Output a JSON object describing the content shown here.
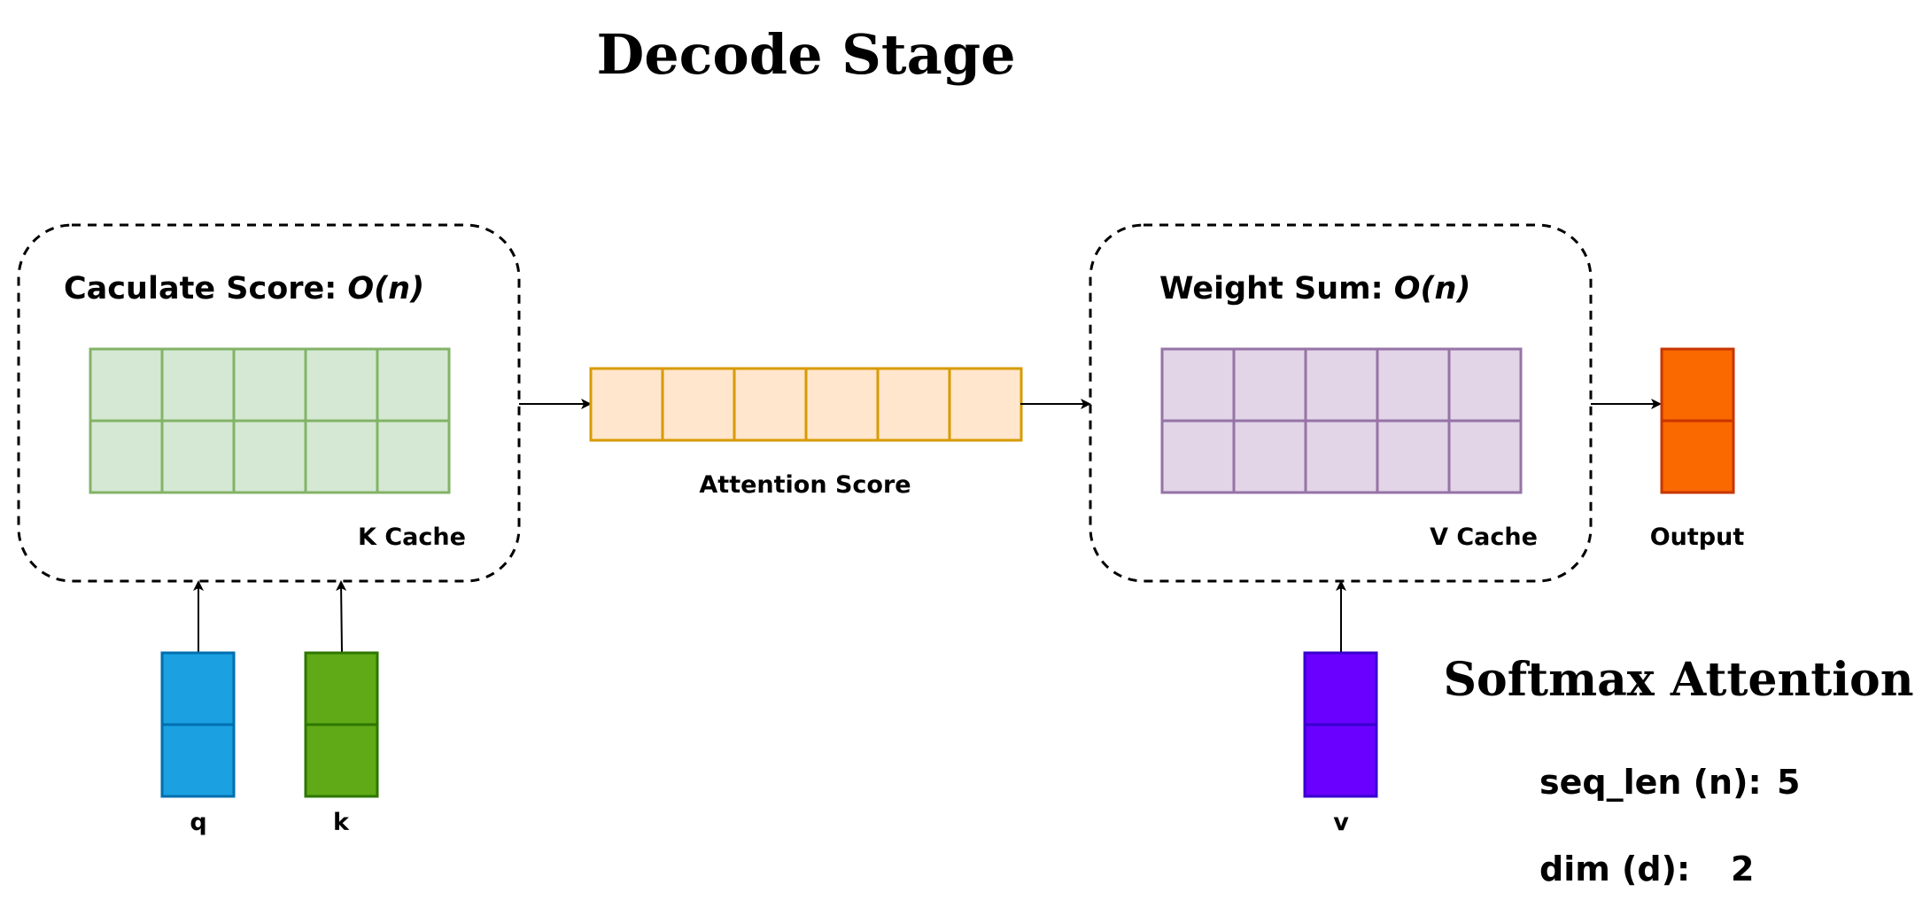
{
  "title": "Decode Stage",
  "score_box": {
    "title_prefix": "Caculate Score: ",
    "title_complexity": "O(n)",
    "cache_label": "K Cache",
    "fill": "#d5e8d4",
    "stroke": "#82b366"
  },
  "attention_score": {
    "label": "Attention Score",
    "fill": "#ffe6cc",
    "stroke": "#d79b00"
  },
  "weight_box": {
    "title_prefix": "Weight Sum: ",
    "title_complexity": "O(n)",
    "cache_label": "V Cache",
    "fill": "#e1d5e7",
    "stroke": "#9673a6"
  },
  "output": {
    "label": "Output",
    "fill": "#fa6800",
    "stroke": "#c73500"
  },
  "inputs": {
    "q": {
      "label": "q",
      "fill": "#1ba1e2",
      "stroke": "#006eaf"
    },
    "k": {
      "label": "k",
      "fill": "#60a917",
      "stroke": "#2d7600"
    },
    "v": {
      "label": "v",
      "fill": "#6a00ff",
      "stroke": "#3700cc"
    }
  },
  "info": {
    "title": "Softmax Attention",
    "seq_len_label": "seq_len (n):",
    "seq_len_value": "5",
    "dim_label": "dim (d):",
    "dim_value": "2"
  }
}
